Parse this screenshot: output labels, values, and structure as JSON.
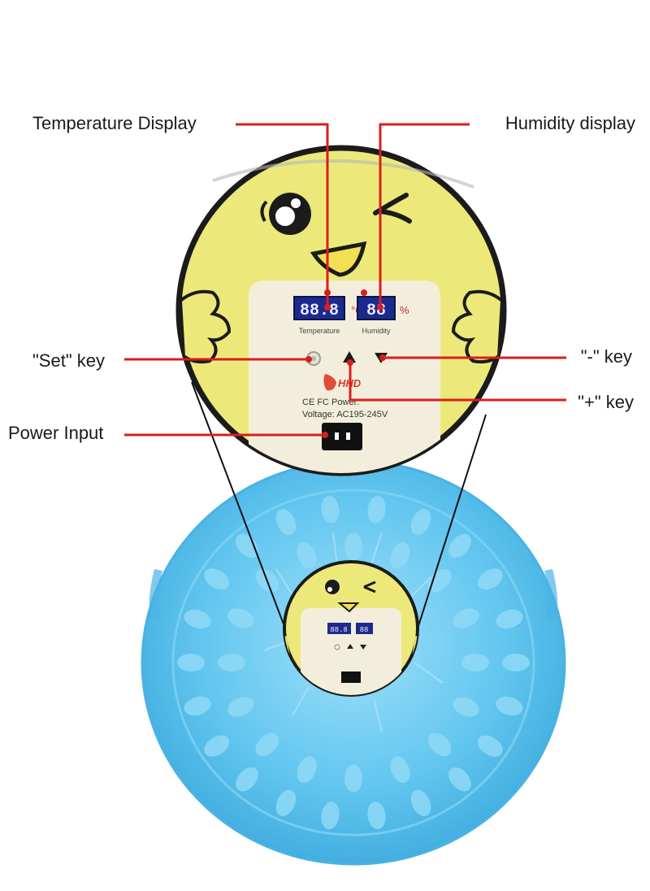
{
  "callouts": {
    "temperature_display": "Temperature Display",
    "humidity_display": "Humidity display",
    "set_key": "\"Set\" key",
    "minus_key": "\"-\" key",
    "plus_key": "\"+\" key",
    "power_input": "Power Input"
  },
  "panel": {
    "temp_digits": "88.8",
    "temp_unit": "°C",
    "hum_digits": "88",
    "hum_unit": "%",
    "temp_caption": "Temperature",
    "hum_caption": "Humidity",
    "brand": "HHD",
    "cert": "CE FC Power:",
    "voltage": "Voltage: AC195-245V"
  },
  "small_panel": {
    "temp_digits": "88.8",
    "hum_digits": "88"
  },
  "colors": {
    "leader_line": "#d81e1e",
    "chick_yellow": "#ece97a",
    "panel_cream": "#f3eedb",
    "lcd_bg": "#1c2a8e",
    "lcd_digits": "#e8e8ff",
    "tray_blue": "#5ec4ef",
    "egg_slot": "#8fd8f6"
  }
}
